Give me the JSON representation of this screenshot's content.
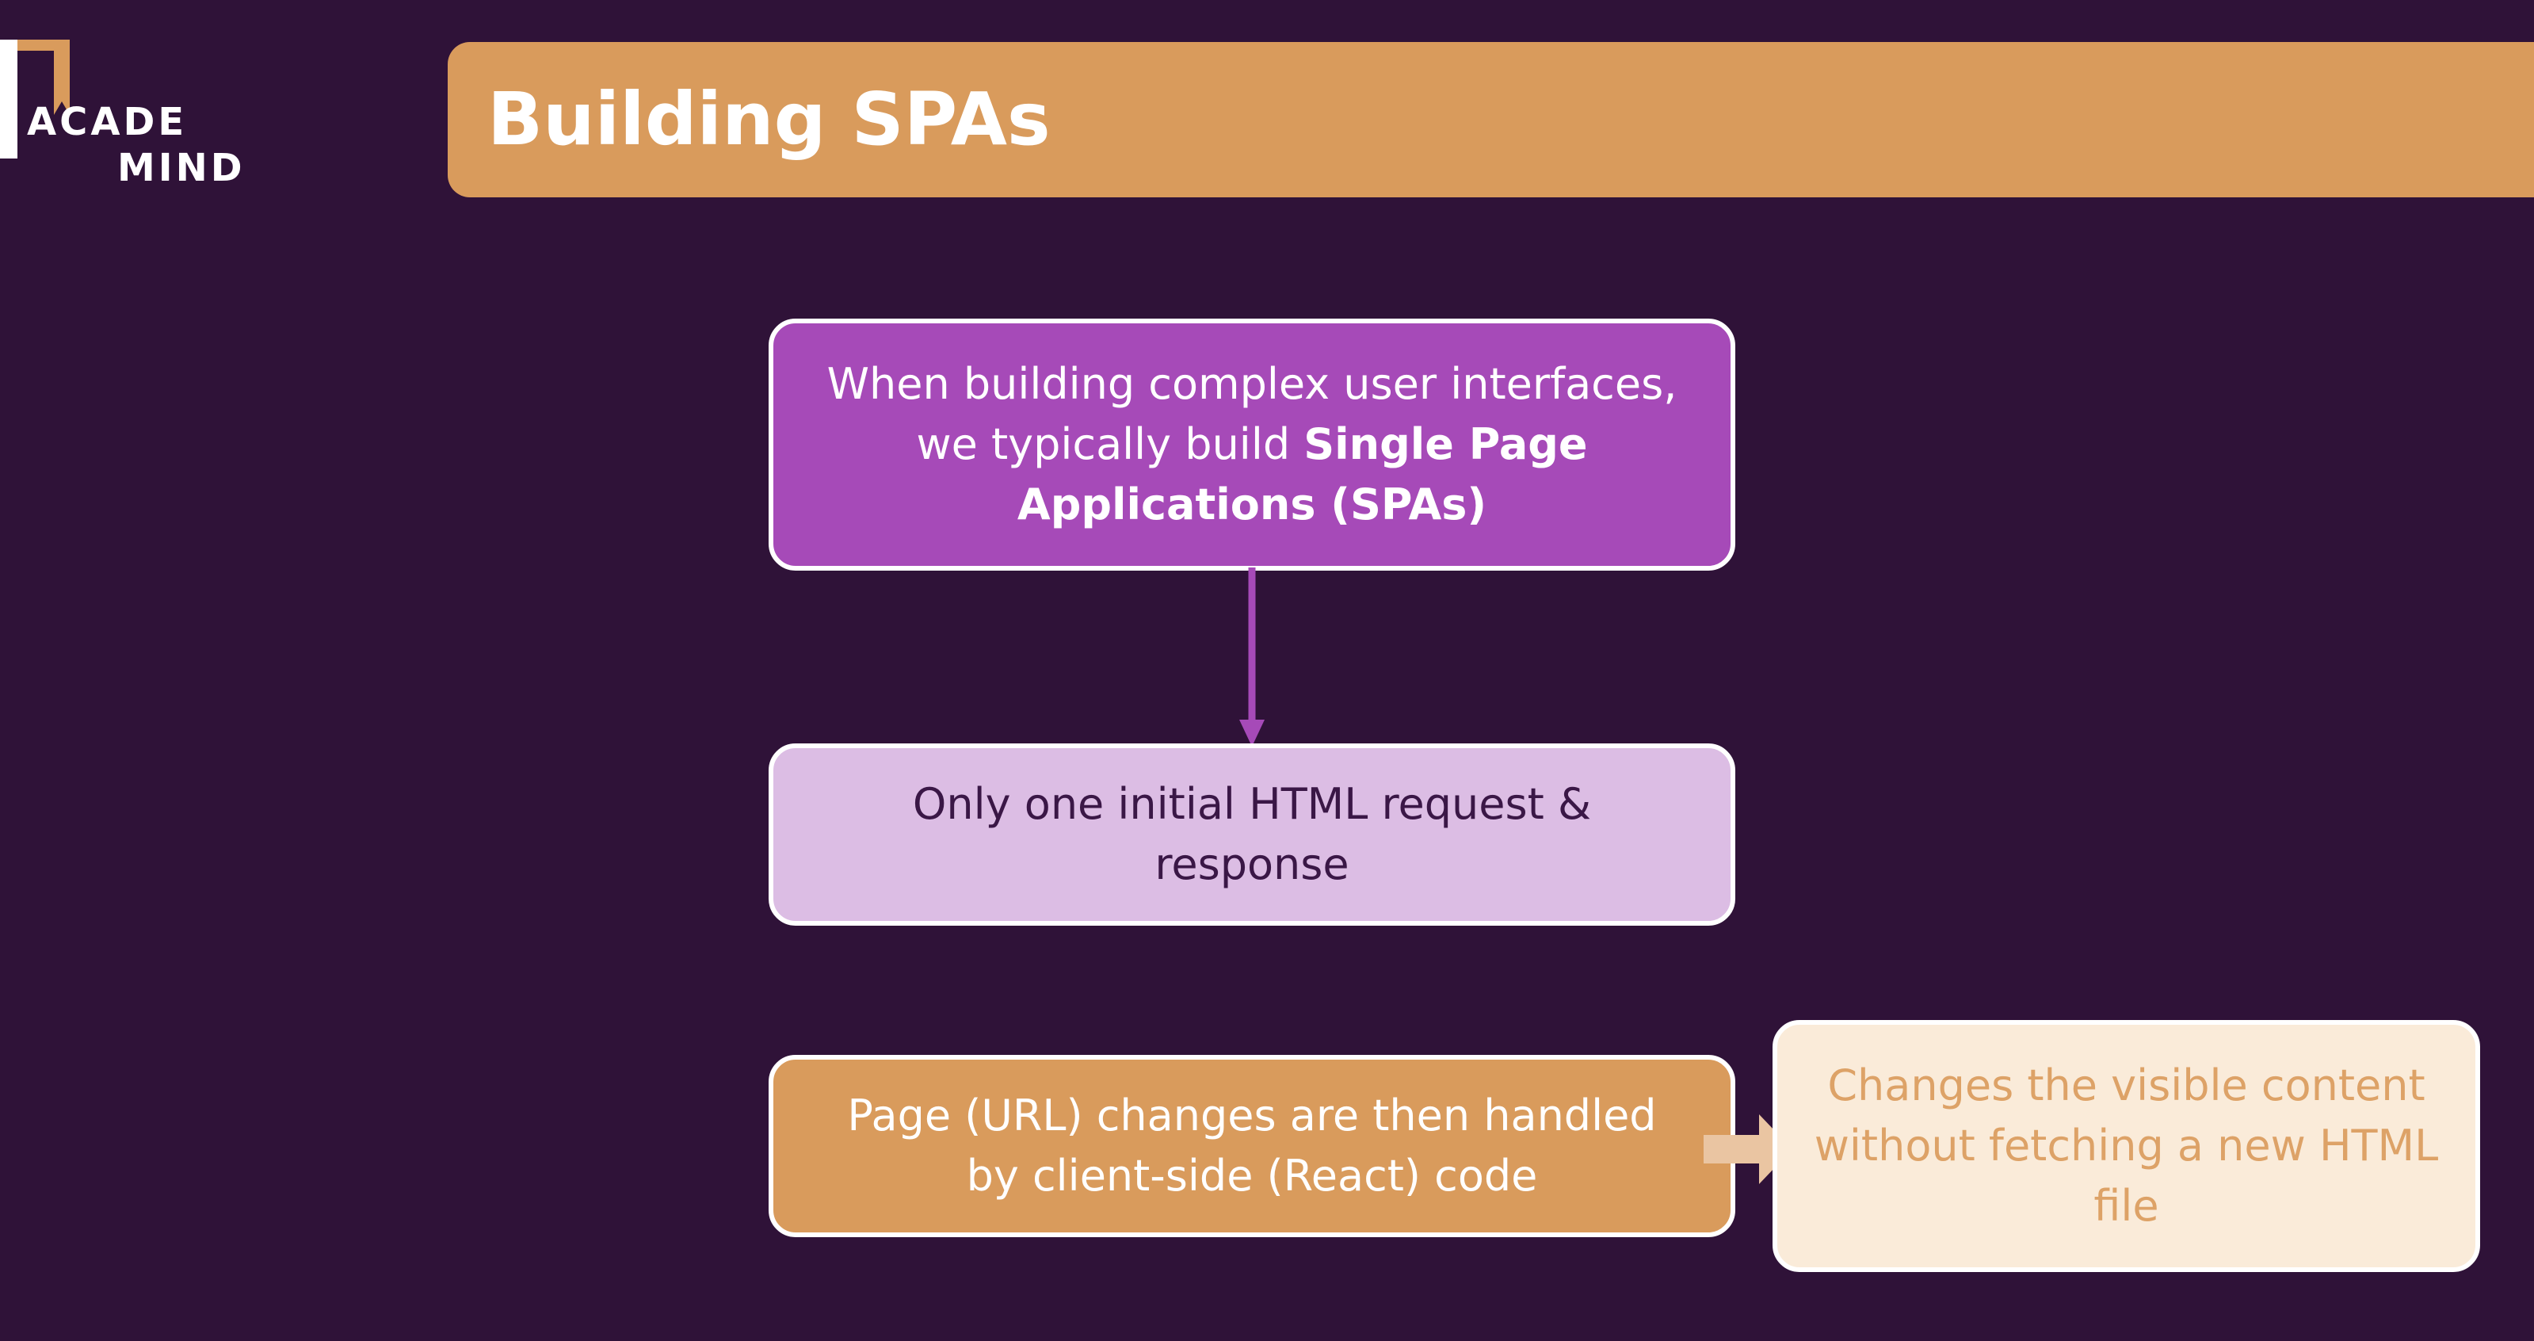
{
  "logo": {
    "line1": "ACADE",
    "line2": "MIND"
  },
  "title": "Building SPAs",
  "boxes": {
    "spa": {
      "text_plain": "When building complex user interfaces, we typically build ",
      "text_bold": "Single Page Applications (SPAs)"
    },
    "html_request": "Only one initial HTML request & response",
    "url_changes": "Page (URL) changes are then handled by client-side (React) code",
    "visible_content": "Changes the visible content without fetching a new HTML file"
  },
  "colors": {
    "background": "#2f1238",
    "accent_orange": "#d99b5c",
    "accent_purple": "#a64ab8",
    "light_purple": "#dcbde4",
    "light_orange": "#faebd9"
  }
}
